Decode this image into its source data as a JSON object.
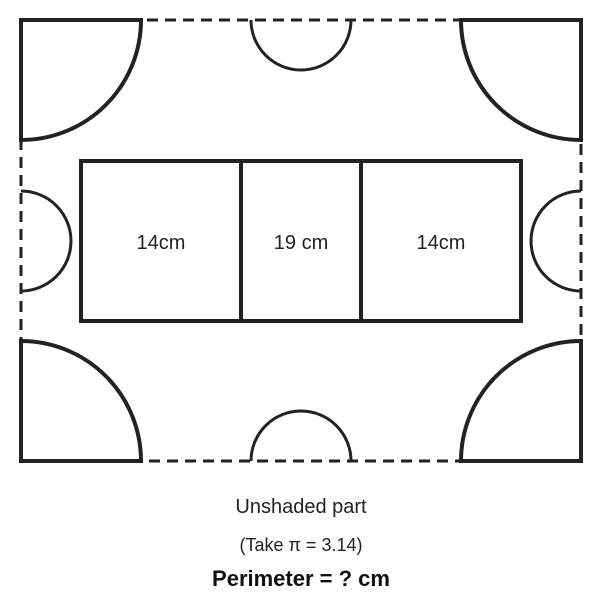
{
  "figure": {
    "labels": {
      "left_square": "14cm",
      "middle_rect": "19 cm",
      "right_square": "14cm"
    }
  },
  "caption": {
    "line1": "Unshaded part",
    "line2": "(Take π = 3.14)",
    "line3": "Perimeter = ? cm"
  }
}
